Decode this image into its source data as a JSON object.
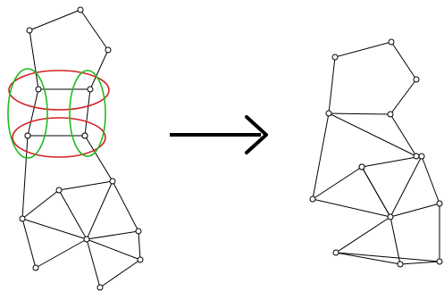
{
  "figure": {
    "background": "#ffffff",
    "edge_color": "#000000",
    "node_fill": "#ffffff",
    "highlight_colors": {
      "red": "#d42020",
      "green": "#22bb22"
    },
    "arrow_color": "#000000"
  },
  "left_graph": {
    "nodes": [
      {
        "id": "l1"
      },
      {
        "id": "l2"
      },
      {
        "id": "l3"
      },
      {
        "id": "l4"
      },
      {
        "id": "l5"
      },
      {
        "id": "l6"
      },
      {
        "id": "l7"
      },
      {
        "id": "l8"
      },
      {
        "id": "l9"
      },
      {
        "id": "l10"
      },
      {
        "id": "l11"
      },
      {
        "id": "l12"
      },
      {
        "id": "l13"
      },
      {
        "id": "l14"
      },
      {
        "id": "l15"
      },
      {
        "id": "l16"
      },
      {
        "id": "l17"
      }
    ],
    "edges": [
      [
        "l1",
        "l2"
      ],
      [
        "l2",
        "l3"
      ],
      [
        "l3",
        "l4"
      ],
      [
        "l4",
        "l5"
      ],
      [
        "l5",
        "l1"
      ],
      [
        "l5",
        "l6"
      ],
      [
        "l6",
        "l7"
      ],
      [
        "l4",
        "l7"
      ],
      [
        "l6",
        "l8"
      ],
      [
        "l7",
        "l9"
      ],
      [
        "l8",
        "l9"
      ],
      [
        "l8",
        "l10"
      ],
      [
        "l9",
        "l12"
      ],
      [
        "l10",
        "l11"
      ],
      [
        "l11",
        "l13"
      ],
      [
        "l10",
        "l13"
      ],
      [
        "l10",
        "l14"
      ],
      [
        "l11",
        "l12"
      ],
      [
        "l12",
        "l13"
      ],
      [
        "l13",
        "l14"
      ],
      [
        "l13",
        "l15"
      ],
      [
        "l15",
        "l16"
      ],
      [
        "l16",
        "l17"
      ],
      [
        "l17",
        "l13"
      ],
      [
        "l13",
        "l16"
      ],
      [
        "l12",
        "l15"
      ]
    ],
    "highlights": [
      {
        "type": "red-ring",
        "color_key": "red"
      },
      {
        "type": "red-ring",
        "color_key": "red"
      },
      {
        "type": "green-ring",
        "color_key": "green"
      },
      {
        "type": "green-ring",
        "color_key": "green"
      }
    ]
  },
  "right_graph": {
    "nodes": [
      {
        "id": "r1"
      },
      {
        "id": "r2"
      },
      {
        "id": "r3"
      },
      {
        "id": "r4"
      },
      {
        "id": "r5"
      },
      {
        "id": "r6"
      },
      {
        "id": "r7"
      },
      {
        "id": "r8"
      },
      {
        "id": "r9"
      },
      {
        "id": "r10"
      },
      {
        "id": "r11"
      },
      {
        "id": "r12"
      },
      {
        "id": "r13"
      },
      {
        "id": "r14"
      },
      {
        "id": "r15"
      }
    ],
    "edges": [
      [
        "r1",
        "r2"
      ],
      [
        "r2",
        "r3"
      ],
      [
        "r3",
        "r4"
      ],
      [
        "r4",
        "r5"
      ],
      [
        "r5",
        "r1"
      ],
      [
        "r5",
        "r6"
      ],
      [
        "r4",
        "r6"
      ],
      [
        "r5",
        "r7"
      ],
      [
        "r6",
        "r11"
      ],
      [
        "r7",
        "r8"
      ],
      [
        "r8",
        "r9"
      ],
      [
        "r7",
        "r10"
      ],
      [
        "r9",
        "r10"
      ],
      [
        "r8",
        "r10"
      ],
      [
        "r9",
        "r11"
      ],
      [
        "r10",
        "r11"
      ],
      [
        "r10",
        "r12"
      ],
      [
        "r10",
        "r13"
      ],
      [
        "r10",
        "r14"
      ],
      [
        "r11",
        "r12"
      ],
      [
        "r12",
        "r15"
      ],
      [
        "r13",
        "r14"
      ],
      [
        "r14",
        "r15"
      ],
      [
        "r13",
        "r15"
      ]
    ]
  }
}
